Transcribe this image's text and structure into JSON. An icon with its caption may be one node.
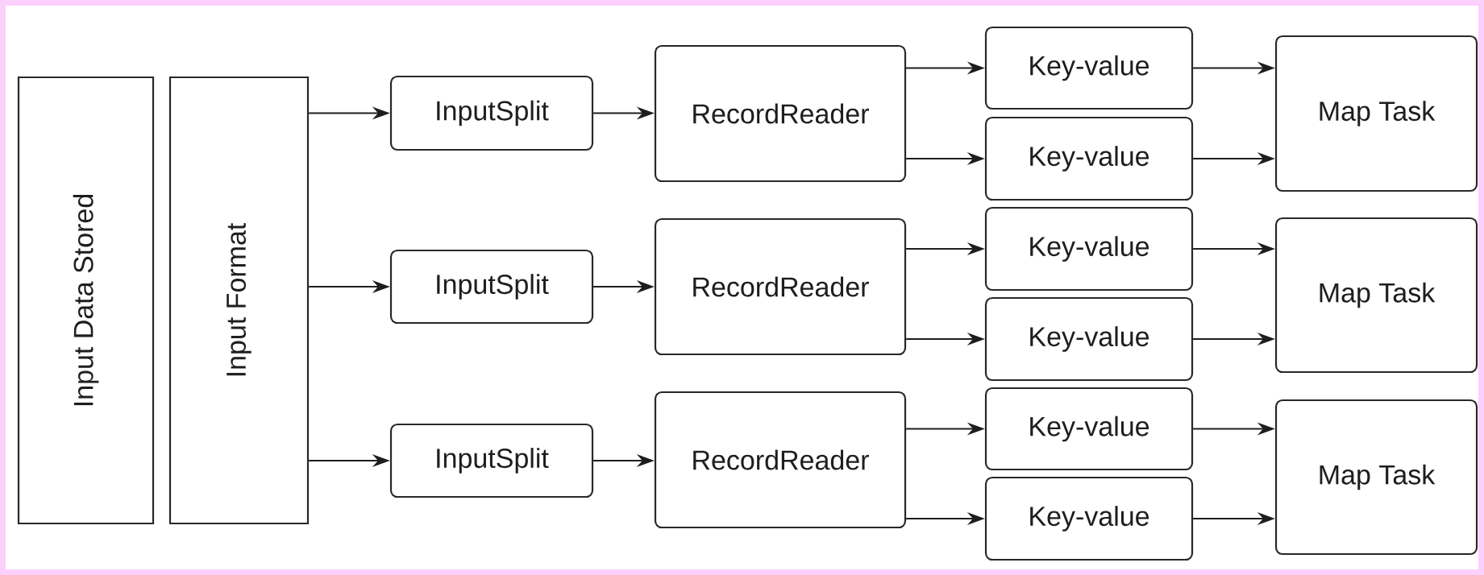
{
  "diagram": {
    "nodes": [
      {
        "text": [
          "Input Data Stored"
        ]
      },
      {
        "text": [
          "Input Format"
        ]
      },
      {
        "text": [
          "InputSplit"
        ]
      },
      {
        "text": [
          "InputSplit"
        ]
      },
      {
        "text": [
          "InputSplit"
        ]
      },
      {
        "text": [
          "RecordReader"
        ]
      },
      {
        "text": [
          "RecordReader"
        ]
      },
      {
        "text": [
          "RecordReader"
        ]
      },
      {
        "text": [
          "Key-value"
        ]
      },
      {
        "text": [
          "Key-value"
        ]
      },
      {
        "text": [
          "Key-value"
        ]
      },
      {
        "text": [
          "Key-value"
        ]
      },
      {
        "text": [
          "Key-value"
        ]
      },
      {
        "text": [
          "Key-value"
        ]
      },
      {
        "text": [
          "Map Task"
        ]
      },
      {
        "text": [
          "Map Task"
        ]
      },
      {
        "text": [
          "Map Task"
        ]
      }
    ],
    "edges": [
      {
        "from": 1,
        "to": 2,
        "arrow": "to"
      },
      {
        "from": 1,
        "to": 3,
        "arrow": "to"
      },
      {
        "from": 1,
        "to": 4,
        "arrow": "to"
      },
      {
        "from": 2,
        "to": 5,
        "arrow": "to"
      },
      {
        "from": 3,
        "to": 6,
        "arrow": "to"
      },
      {
        "from": 4,
        "to": 7,
        "arrow": "to"
      },
      {
        "from": 5,
        "to": 8,
        "arrow": "to"
      },
      {
        "from": 5,
        "to": 9,
        "arrow": "to"
      },
      {
        "from": 6,
        "to": 10,
        "arrow": "to"
      },
      {
        "from": 6,
        "to": 11,
        "arrow": "to"
      },
      {
        "from": 7,
        "to": 12,
        "arrow": "to"
      },
      {
        "from": 7,
        "to": 13,
        "arrow": "to"
      },
      {
        "from": 8,
        "to": 14,
        "arrow": "to"
      },
      {
        "from": 9,
        "to": 14,
        "arrow": "to"
      },
      {
        "from": 10,
        "to": 15,
        "arrow": "to"
      },
      {
        "from": 11,
        "to": 15,
        "arrow": "to"
      },
      {
        "from": 12,
        "to": 16,
        "arrow": "to"
      },
      {
        "from": 13,
        "to": 16,
        "arrow": "to"
      }
    ]
  }
}
